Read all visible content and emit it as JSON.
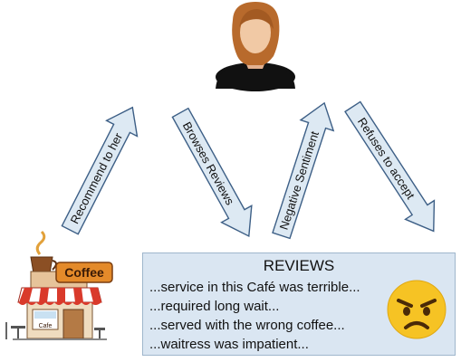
{
  "arrows": {
    "recommend": "Recommend to her",
    "browses": "Browses Reviews",
    "sentiment": "Negative Sentiment",
    "refuses": "Refuses to accept"
  },
  "cafe": {
    "sign": "Coffee",
    "door_sign": "Cafe"
  },
  "reviews": {
    "title": "REVIEWS",
    "lines": [
      "...service in this Café was terrible...",
      "...required long wait...",
      "...served with the wrong coffee...",
      "...waitress was impatient..."
    ]
  },
  "icons": {
    "person": "person-avatar-icon",
    "cafe": "coffee-shop-icon",
    "emoji": "angry-face-emoji-icon"
  },
  "colors": {
    "arrow_fill": "#dde9f3",
    "arrow_stroke": "#3d5f86",
    "reviews_bg": "#dae6f2",
    "emoji": "#f6c324",
    "awning_red": "#d93a2b"
  }
}
